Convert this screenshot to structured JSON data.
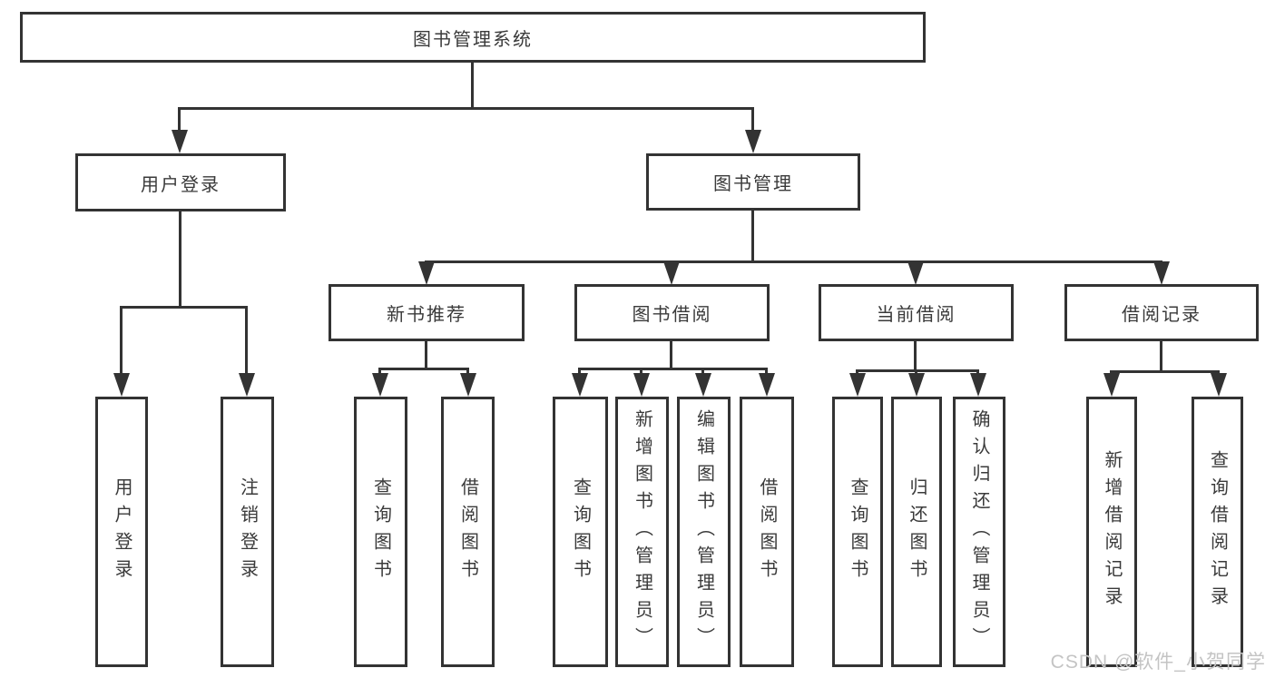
{
  "nodes": {
    "root": {
      "label": "图书管理系统"
    },
    "user_login": {
      "label": "用户登录"
    },
    "book_mgmt": {
      "label": "图书管理"
    },
    "new_book_rec": {
      "label": "新书推荐"
    },
    "book_borrow": {
      "label": "图书借阅"
    },
    "current_borrow": {
      "label": "当前借阅"
    },
    "borrow_records": {
      "label": "借阅记录"
    },
    "leaf_user_login": {
      "label": "用户登录"
    },
    "leaf_logout": {
      "label": "注销登录"
    },
    "leaf_nbr_query": {
      "label": "查询图书"
    },
    "leaf_nbr_borrow": {
      "label": "借阅图书"
    },
    "leaf_bb_query": {
      "label": "查询图书"
    },
    "leaf_bb_add": {
      "label": "新增图书（管理员）"
    },
    "leaf_bb_edit": {
      "label": "编辑图书（管理员）"
    },
    "leaf_bb_borrow": {
      "label": "借阅图书"
    },
    "leaf_cb_query": {
      "label": "查询图书"
    },
    "leaf_cb_return": {
      "label": "归还图书"
    },
    "leaf_cb_confirm": {
      "label": "确认归还（管理员）"
    },
    "leaf_br_add": {
      "label": "新增借阅记录"
    },
    "leaf_br_query": {
      "label": "查询借阅记录"
    }
  },
  "hierarchy": {
    "图书管理系统": [
      "用户登录",
      "图书管理"
    ],
    "用户登录": [
      "用户登录",
      "注销登录"
    ],
    "图书管理": [
      "新书推荐",
      "图书借阅",
      "当前借阅",
      "借阅记录"
    ],
    "新书推荐": [
      "查询图书",
      "借阅图书"
    ],
    "图书借阅": [
      "查询图书",
      "新增图书（管理员）",
      "编辑图书（管理员）",
      "借阅图书"
    ],
    "当前借阅": [
      "查询图书",
      "归还图书",
      "确认归还（管理员）"
    ],
    "借阅记录": [
      "新增借阅记录",
      "查询借阅记录"
    ]
  },
  "watermark": {
    "text": "CSDN @软件_小贺同学"
  },
  "colors": {
    "line": "#333333",
    "text": "#3a3a3a",
    "watermark": "#c4c4c4",
    "background": "#ffffff"
  }
}
